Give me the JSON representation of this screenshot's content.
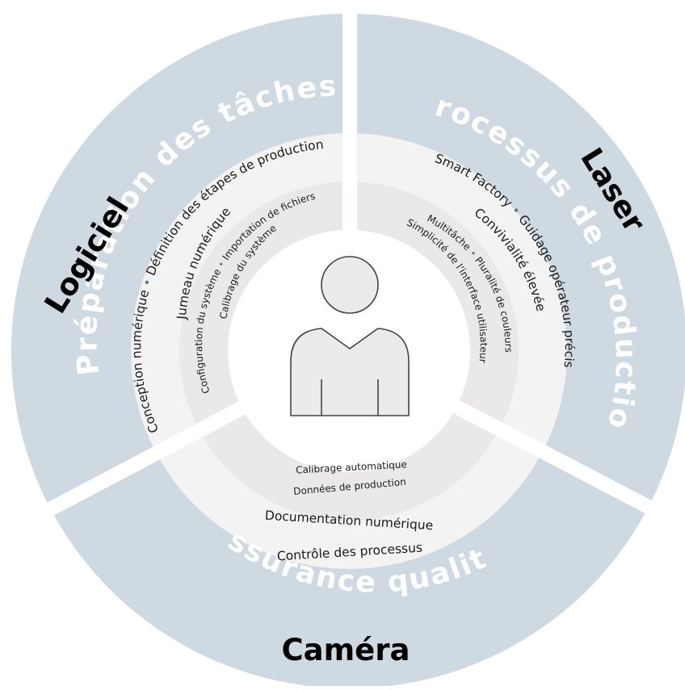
{
  "colors": {
    "outer_ring": "#cfd9e1",
    "middle_ring": "#f4f3f3",
    "inner_ring": "#ebe9e8",
    "center": "#ffffff",
    "separator": "#ffffff",
    "person_fill": "#ecebea",
    "person_stroke": "#444444",
    "bullet": "#5a7f9c",
    "category_text": "#000000",
    "section_text": "#ffffff"
  },
  "sections": {
    "software": {
      "category": "Logiciel",
      "title": "Préparation des tâches",
      "middle_line1_a": "Conception numérique",
      "middle_line1_b": "Définition des étapes de production",
      "middle_line2": "Jumeau numérique",
      "inner_line1_a": "Configuration du système",
      "inner_line1_b": "Importation de fichiers",
      "inner_line2": "Calibrage du système"
    },
    "laser": {
      "category": "Laser",
      "title": "Processus de production",
      "middle_line1_a": "Smart Factory",
      "middle_line1_b": "Guidage opérateur précis",
      "middle_line2": "Convivialité élevée",
      "inner_line1_a": "Multitâche",
      "inner_line1_b": "Pluralité de couleurs",
      "inner_line2": "Simplicité de l'interface utilisateur"
    },
    "camera": {
      "category": "Caméra",
      "title": "Assurance qualité",
      "middle_line1": "Documentation numérique",
      "middle_line2": "Contrôle des processus",
      "inner_line1": "Calibrage automatique",
      "inner_line2": "Données de production"
    }
  },
  "center": {
    "icon": "person-icon"
  }
}
